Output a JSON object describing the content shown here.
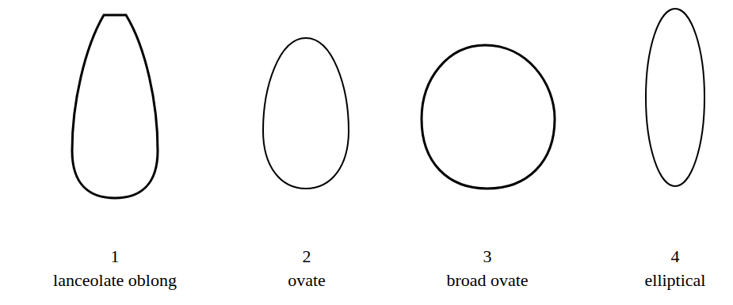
{
  "diagram": {
    "labels": [
      "1",
      "lanceolate oblong",
      "2",
      "ovate",
      "3",
      "broad ovate",
      "4",
      "elliptical"
    ]
  }
}
